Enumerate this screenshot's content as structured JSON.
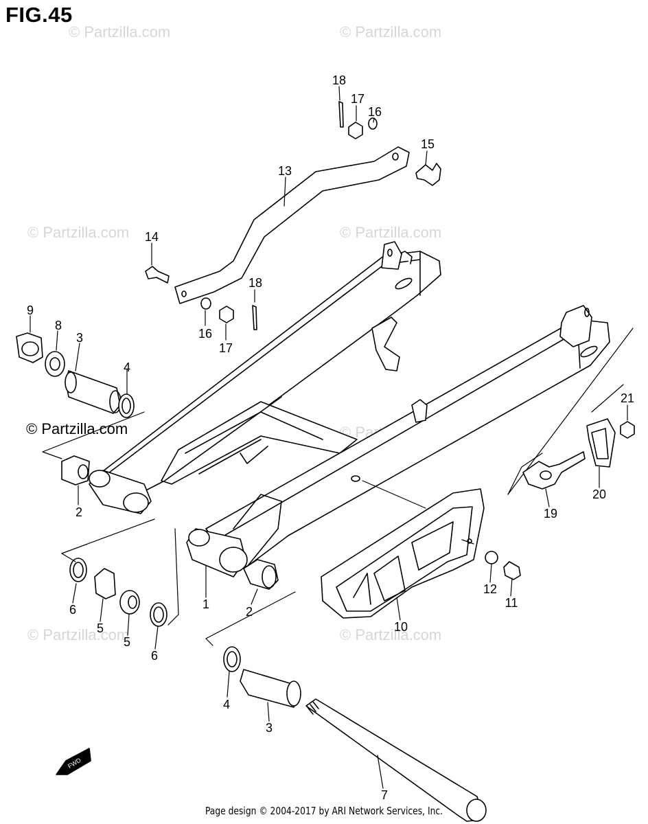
{
  "figure": {
    "title": "FIG.45"
  },
  "footer": {
    "text": "Page design © 2004-2017 by ARI Network Services, Inc."
  },
  "watermark": {
    "text": "© Partzilla.com"
  },
  "fwd_badge": {
    "text": "FWD"
  },
  "callouts": [
    {
      "id": "c1",
      "text": "1"
    },
    {
      "id": "c2a",
      "text": "2"
    },
    {
      "id": "c2b",
      "text": "2"
    },
    {
      "id": "c3a",
      "text": "3"
    },
    {
      "id": "c3b",
      "text": "3"
    },
    {
      "id": "c4a",
      "text": "4"
    },
    {
      "id": "c4b",
      "text": "4"
    },
    {
      "id": "c5a",
      "text": "5"
    },
    {
      "id": "c5b",
      "text": "5"
    },
    {
      "id": "c6a",
      "text": "6"
    },
    {
      "id": "c6b",
      "text": "6"
    },
    {
      "id": "c7",
      "text": "7"
    },
    {
      "id": "c8",
      "text": "8"
    },
    {
      "id": "c9",
      "text": "9"
    },
    {
      "id": "c10",
      "text": "10"
    },
    {
      "id": "c11",
      "text": "11"
    },
    {
      "id": "c12",
      "text": "12"
    },
    {
      "id": "c13",
      "text": "13"
    },
    {
      "id": "c14",
      "text": "14"
    },
    {
      "id": "c15",
      "text": "15"
    },
    {
      "id": "c16a",
      "text": "16"
    },
    {
      "id": "c16b",
      "text": "16"
    },
    {
      "id": "c17a",
      "text": "17"
    },
    {
      "id": "c17b",
      "text": "17"
    },
    {
      "id": "c18a",
      "text": "18"
    },
    {
      "id": "c18b",
      "text": "18"
    },
    {
      "id": "c19",
      "text": "19"
    },
    {
      "id": "c20",
      "text": "20"
    },
    {
      "id": "c21",
      "text": "21"
    }
  ]
}
